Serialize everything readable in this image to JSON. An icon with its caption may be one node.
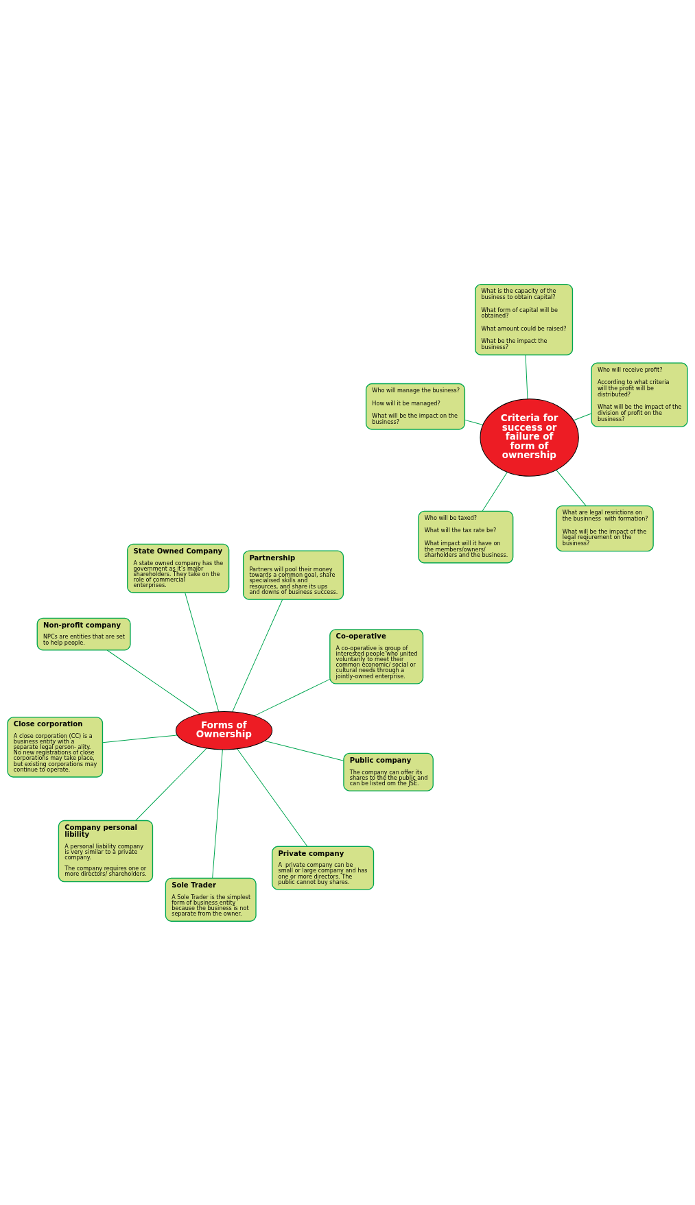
{
  "diagram": {
    "nodes": [
      {
        "text": [
          "Forms of Ownership"
        ]
      },
      {
        "text": [
          "Co-operative",
          "A co-operative is group of interested people who united voluntarily to meet their common economic/ social or cultural needs through a jointly-owned enterprise."
        ]
      },
      {
        "text": [
          "Sole Trader",
          "A Sole Trader is the simplest form of business entity because the business is not separate from the owner."
        ]
      },
      {
        "text": [
          "Non-profit company",
          "NPCs are entities that are set to help people."
        ]
      },
      {
        "text": [
          "Partnership",
          "Partners will pool their money towards a common goal, share specialised skills and resources, and share its ups and downs of business success."
        ]
      },
      {
        "text": [
          "State Owned Company",
          "A state owned company has the government as it’s major shareholders. They take on the role of commercial enterprises."
        ]
      },
      {
        "text": [
          "Close corporation",
          "A close corporation (CC) is a business entity with a separate legal person- ality. No new registrations of close corporations may take place, but existing corporations may continue to operate."
        ]
      },
      {
        "text": [
          "Public company",
          "The company can offer its shares to the the public and can be listed om the JSE."
        ]
      },
      {
        "text": [
          "Company personal libility",
          "A personal liability company is very similar to a private company.",
          "The company requires one or more directors/ shareholders."
        ]
      },
      {
        "text": [
          "Private company",
          "A  private company can be small or large company and has one or more directors. The public cannot buy shares."
        ]
      },
      {
        "text": [
          "Criteria for success or failure of form of ownership"
        ]
      },
      {
        "text": [
          "What are legal resrictions on the businness  with formation?",
          "What will be the impact of the legal reqiurement on the business?"
        ]
      },
      {
        "text": [
          "Who will be taxed?",
          "What will the tax rate be?",
          "What impact will it have on the members/owners/ sharholders and the business."
        ]
      },
      {
        "text": [
          "Who will manage the business?",
          "How will it be managed?",
          "What will be the impact on the business?"
        ]
      },
      {
        "text": [
          "Who will receive profit?",
          "According to what criteria will the profit will be distributed?",
          "What will be the impact of the division of profit on the business?"
        ]
      },
      {
        "text": [
          "What is the capacity of the business to obtain capital?",
          "What form of capital will be obtained?",
          "What amount could be raised?",
          "What be the impact the business?"
        ]
      }
    ],
    "edges": [
      {
        "from": 0,
        "to": 1,
        "arrow": "none"
      },
      {
        "from": 0,
        "to": 2,
        "arrow": "none"
      },
      {
        "from": 0,
        "to": 3,
        "arrow": "none"
      },
      {
        "from": 0,
        "to": 4,
        "arrow": "none"
      },
      {
        "from": 0,
        "to": 5,
        "arrow": "none"
      },
      {
        "from": 0,
        "to": 6,
        "arrow": "none"
      },
      {
        "from": 0,
        "to": 7,
        "arrow": "none"
      },
      {
        "from": 0,
        "to": 8,
        "arrow": "none"
      },
      {
        "from": 0,
        "to": 9,
        "arrow": "none"
      },
      {
        "from": 10,
        "to": 11,
        "arrow": "none"
      },
      {
        "from": 10,
        "to": 12,
        "arrow": "none"
      },
      {
        "from": 10,
        "to": 13,
        "arrow": "none"
      },
      {
        "from": 10,
        "to": 14,
        "arrow": "none"
      },
      {
        "from": 10,
        "to": 15,
        "arrow": "none"
      }
    ]
  }
}
